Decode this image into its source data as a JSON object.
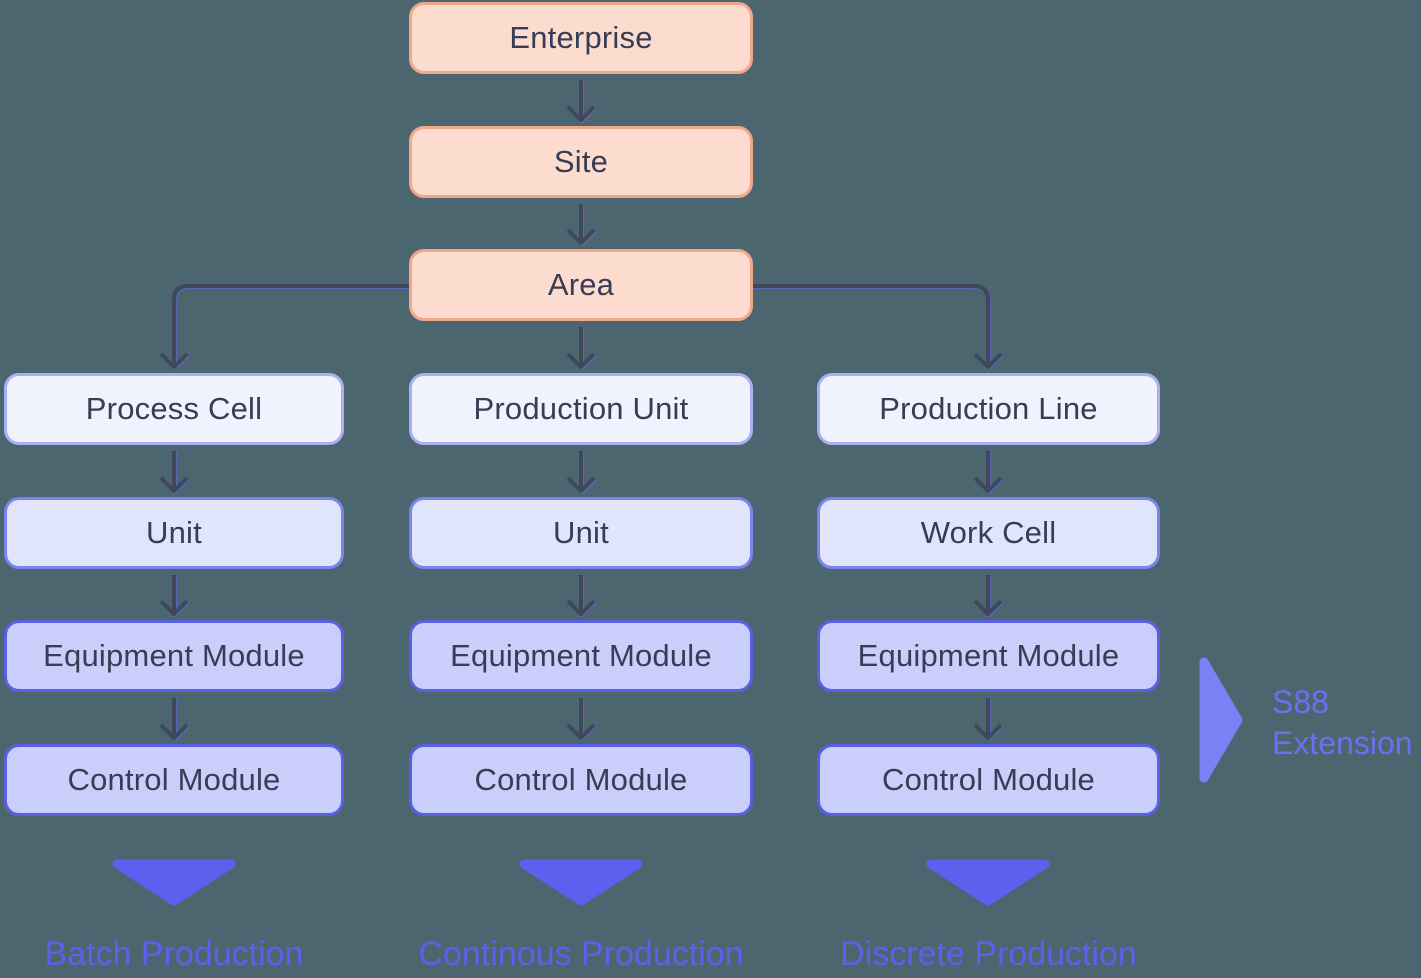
{
  "hierarchy": {
    "top_chain": [
      "Enterprise",
      "Site",
      "Area"
    ],
    "columns": [
      {
        "levels": [
          "Process Cell",
          "Unit",
          "Equipment Module",
          "Control Module"
        ],
        "production_label": "Batch Production"
      },
      {
        "levels": [
          "Production Unit",
          "Unit",
          "Equipment Module",
          "Control Module"
        ],
        "production_label": "Continous Production"
      },
      {
        "levels": [
          "Production Line",
          "Work Cell",
          "Equipment Module",
          "Control Module"
        ],
        "production_label": "Discrete Production"
      }
    ]
  },
  "annotation": {
    "line1": "S88",
    "line2": "Extension"
  },
  "colors": {
    "background": "#4C6670",
    "peach_fill": "#FCDCCE",
    "peach_border": "#F4A68A",
    "level1_fill": "#F0F2FD",
    "level1_border": "#A8B0F2",
    "level2_fill": "#E1E5FC",
    "level2_border": "#7A83EE",
    "level3_fill": "#C9CFFA",
    "level3_border": "#5A5FE3",
    "node_text": "#363D55",
    "arrow": "#3F4759",
    "arrow_accent": "#6366F1",
    "accent_purple": "#5D5FEF",
    "annotation_purple": "#6C6FF1",
    "pointer_purple": "#7B80F4"
  }
}
